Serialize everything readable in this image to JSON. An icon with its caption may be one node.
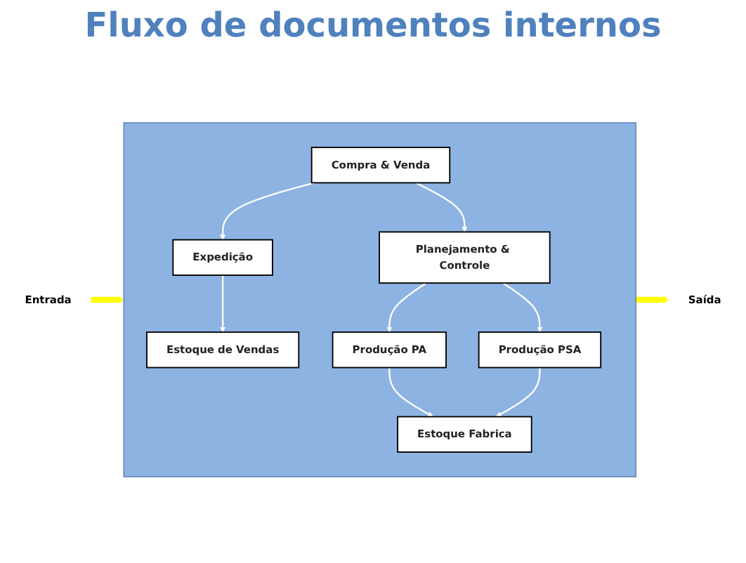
{
  "diagram": {
    "title": "Fluxo de documentos internos",
    "nodes": [
      {
        "text": [],
        "shape": "box"
      },
      {
        "text": [
          "Planejamento & Controle"
        ],
        "in": 0
      },
      {
        "text": [
          "Compra & Venda"
        ],
        "in": 0
      },
      {
        "text": [
          "Estoque de Vendas"
        ],
        "in": 0
      },
      {
        "text": [
          "Expedição"
        ],
        "in": 0
      },
      {
        "text": [
          "Produção PA"
        ],
        "in": 0
      },
      {
        "text": [
          "Produção PSA"
        ],
        "in": 0
      },
      {
        "text": [
          "Estoque Fabrica"
        ],
        "in": 0
      },
      {
        "text": [
          "Saída"
        ]
      },
      {
        "text": [
          "Entrada"
        ]
      }
    ],
    "edges": [
      {
        "from": 2,
        "to": 1,
        "arrow": "to"
      },
      {
        "from": 2,
        "to": 4,
        "arrow": "to"
      },
      {
        "from": 4,
        "to": 3,
        "arrow": "to"
      },
      {
        "from": 1,
        "to": 5,
        "arrow": "to"
      },
      {
        "from": 1,
        "to": 6,
        "arrow": "to"
      },
      {
        "from": 5,
        "to": 7,
        "arrow": "to"
      },
      {
        "from": 6,
        "to": 7,
        "arrow": "to"
      },
      {
        "from": 0,
        "to": 8,
        "arrow": "to",
        "style": "thick",
        "color": "#ffff00"
      },
      {
        "from": 9,
        "to": 0,
        "arrow": "to",
        "style": "thick",
        "color": "#ffff00"
      }
    ]
  }
}
